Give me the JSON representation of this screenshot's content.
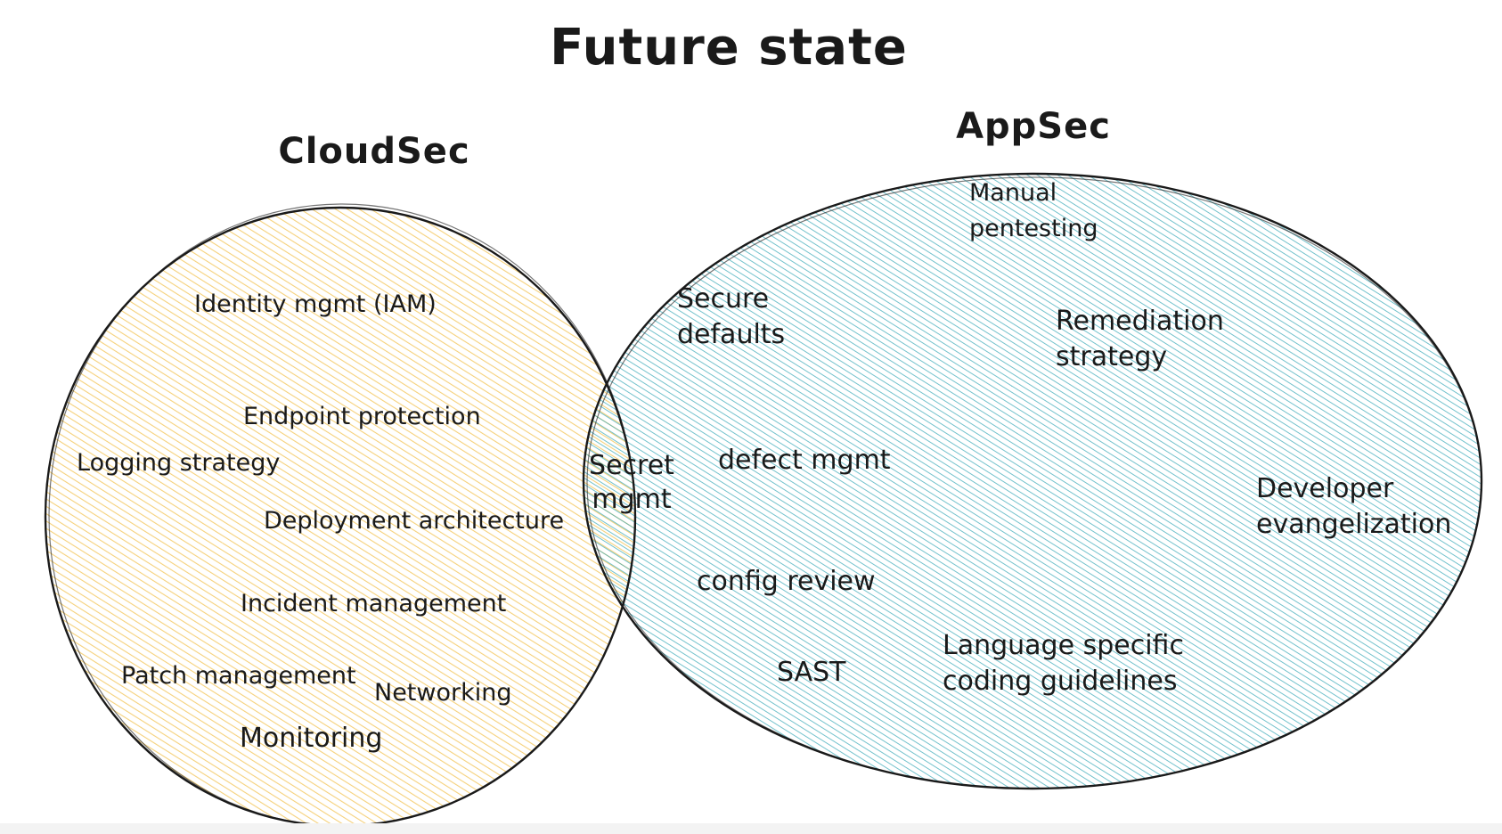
{
  "title": "Future state",
  "sets": {
    "cloudsec": {
      "label": "CloudSec",
      "fill": "#f2c14e",
      "items": [
        "Identity mgmt (IAM)",
        "Endpoint protection",
        "Logging strategy",
        "Deployment architecture",
        "Incident management",
        "Patch management",
        "Networking",
        "Monitoring"
      ]
    },
    "appsec": {
      "label": "AppSec",
      "fill": "#3aa9b8",
      "items": [
        "Manual pentesting",
        "Secure defaults",
        "Remediation strategy",
        "defect mgmt",
        "Developer evangelization",
        "config review",
        "SAST",
        "Language specific coding guidelines"
      ]
    }
  },
  "intersection": {
    "items": [
      "Secret mgmt"
    ]
  },
  "colors": {
    "stroke": "#1a1a1a",
    "text": "#1a1a1a"
  }
}
